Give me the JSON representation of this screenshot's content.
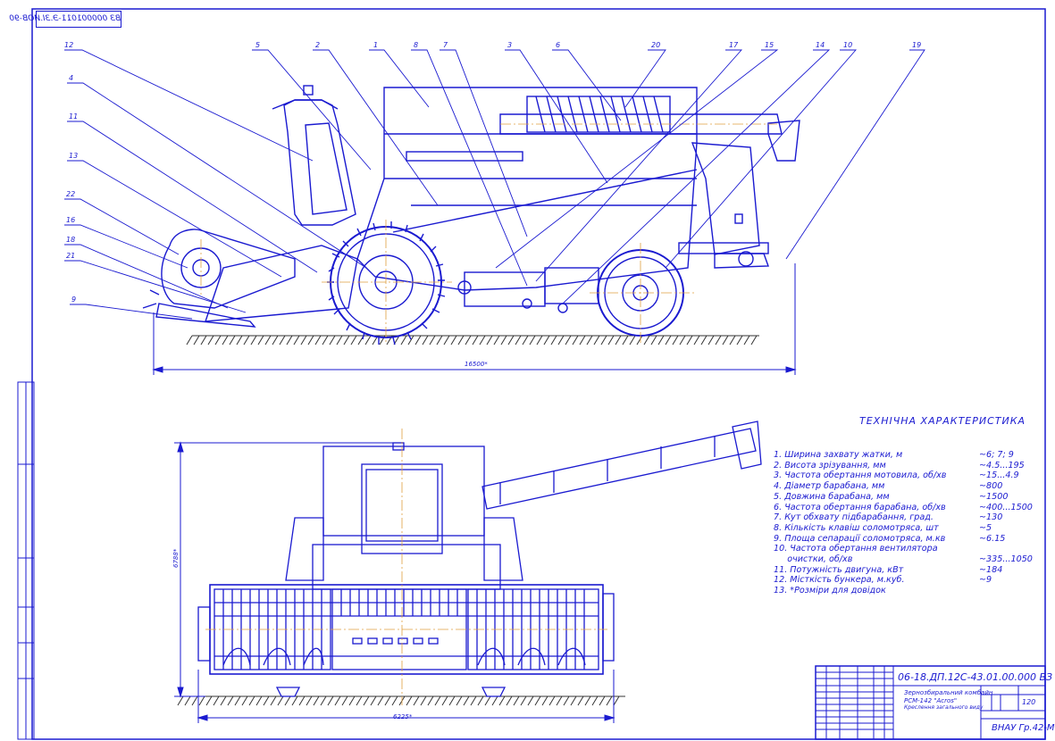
{
  "stamp_code": "ВЗ 000001011-Э.ЗІ.ИОВ-90",
  "callouts": [
    {
      "label": "12",
      "key": "c12"
    },
    {
      "label": "5",
      "key": "c5a"
    },
    {
      "label": "2",
      "key": "c2a"
    },
    {
      "label": "1",
      "key": "c1"
    },
    {
      "label": "8",
      "key": "c8"
    },
    {
      "label": "7",
      "key": "c7"
    },
    {
      "label": "3",
      "key": "c3"
    },
    {
      "label": "6",
      "key": "c6"
    },
    {
      "label": "20",
      "key": "c20"
    },
    {
      "label": "17",
      "key": "c17"
    },
    {
      "label": "15",
      "key": "c15"
    },
    {
      "label": "14",
      "key": "c14"
    },
    {
      "label": "10",
      "key": "c10"
    },
    {
      "label": "19",
      "key": "c19"
    },
    {
      "label": "4",
      "key": "c4"
    },
    {
      "label": "11",
      "key": "c11"
    },
    {
      "label": "13",
      "key": "c13"
    },
    {
      "label": "22",
      "key": "c22"
    },
    {
      "label": "16",
      "key": "c16"
    },
    {
      "label": "18",
      "key": "c18"
    },
    {
      "label": "21",
      "key": "c21"
    },
    {
      "label": "9",
      "key": "c9"
    }
  ],
  "dimensions": {
    "overall_length": "16500*",
    "overall_width": "6225*",
    "overall_height": "6788*"
  },
  "specs": {
    "title": "ТЕХНІЧНА  ХАРАКТЕРИСТИКА",
    "items": [
      {
        "name": "1. Ширина захвату жатки, м",
        "value": "~6; 7; 9"
      },
      {
        "name": "2. Висота зрізування, мм",
        "value": "~4.5...195"
      },
      {
        "name": "3. Частота обертання мотовила, об/хв",
        "value": "~15...4.9"
      },
      {
        "name": "4. Діаметр барабана, мм",
        "value": "~800"
      },
      {
        "name": "5. Довжина барабана, мм",
        "value": "~1500"
      },
      {
        "name": "6. Частота обертання барабана, об/хв",
        "value": "~400...1500"
      },
      {
        "name": "7. Кут обхвату підбарабання, град.",
        "value": "~130"
      },
      {
        "name": "8. Кількість клавіш соломотряса, шт",
        "value": "~5"
      },
      {
        "name": "9. Площа сепарації соломотряса, м.кв",
        "value": "~6.15"
      },
      {
        "name": "10. Частота обертання вентилятора",
        "value": ""
      },
      {
        "name": "     очистки, об/хв",
        "value": "~335...1050"
      },
      {
        "name": "11. Потужність двигуна, кВт",
        "value": "~184"
      },
      {
        "name": "12. Місткість бункера, м.куб.",
        "value": "~9"
      },
      {
        "name": "13. *Розміри для довідок",
        "value": ""
      }
    ]
  },
  "title_block": {
    "code": "06-18.ДП.12С-43.01.00.000 ВЗ",
    "name_line1": "Зернозбиральний комбайн",
    "name_line2": "РСМ-142 \"Acros\"",
    "name_line3": "Креслення загального виду",
    "sheets": "120",
    "org": "ВНАУ Гр.42-М"
  },
  "colors": {
    "ink": "#1a1ad0",
    "centerline": "#e0a040",
    "ground": "#333333"
  }
}
